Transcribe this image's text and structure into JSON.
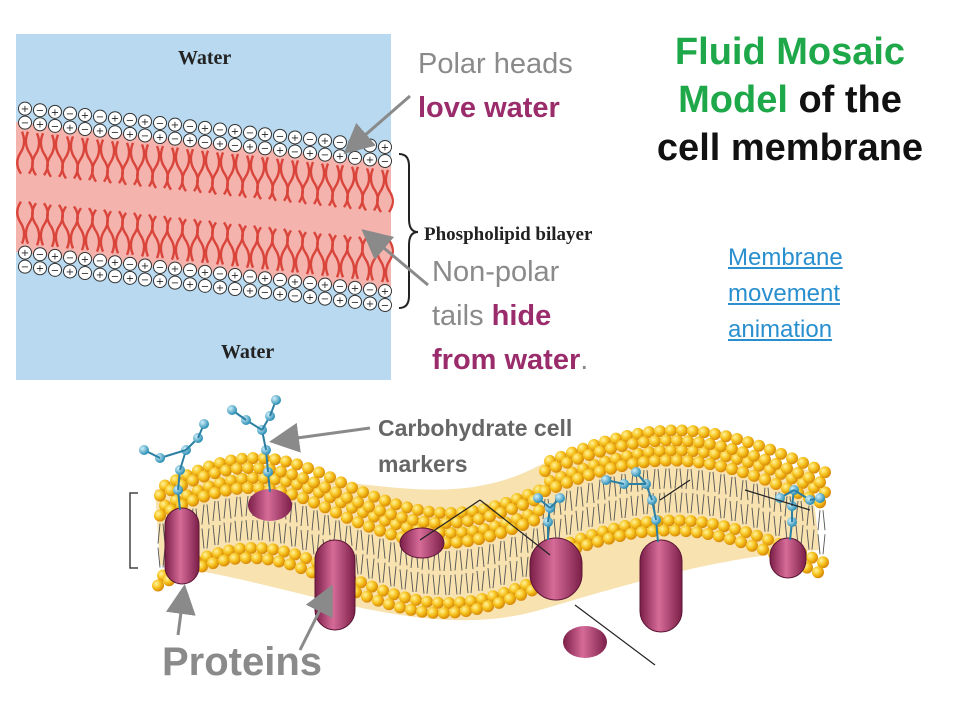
{
  "title": {
    "part1": "Fluid Mosaic",
    "part2": "Model",
    "part3": " of the",
    "part4": "cell membrane"
  },
  "labels": {
    "polar_heads": "Polar heads",
    "love_water": "love water",
    "non_polar_1": "Non-polar",
    "tails": "tails ",
    "hide": "hide",
    "from_water": "from water",
    "period": ".",
    "carbohydrate": "Carbohydrate cell markers",
    "proteins": "Proteins"
  },
  "figure": {
    "water_top": "Water",
    "water_bottom": "Water",
    "bilayer": "Phospholipid bilayer"
  },
  "link": {
    "text": "Membrane movement animation"
  },
  "colors": {
    "title_green": "#1ea84a",
    "plum": "#9b2c6c",
    "gray_text": "#8a8a8a",
    "link_blue": "#2a8fcf",
    "water_blue": "#b8d9ef",
    "bilayer_pink": "#f4b3ad",
    "tail_red": "#d9453b"
  }
}
